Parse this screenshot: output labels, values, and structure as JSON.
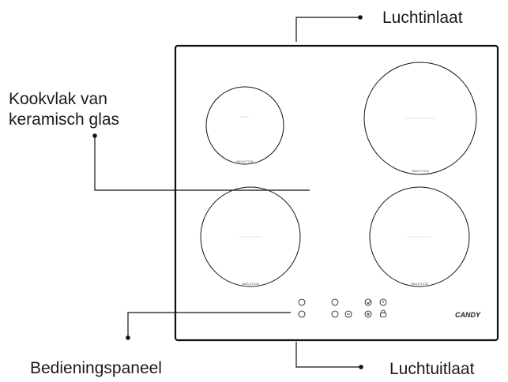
{
  "labels": {
    "air_inlet": "Luchtinlaat",
    "glass_top_line1": "Kookvlak van",
    "glass_top_line2": "keramisch  glas",
    "control_panel": "Bedieningspaneel",
    "air_outlet": "Luchtuitlaat"
  },
  "zones": [
    {
      "name": "zone-front-left-top",
      "label": "INDUCTION"
    },
    {
      "name": "zone-rear-right",
      "label": "INDUCTION"
    },
    {
      "name": "zone-front-left",
      "label": "INDUCTION"
    },
    {
      "name": "zone-front-right",
      "label": "INDUCTION"
    }
  ],
  "brand": "CANDY",
  "icons": [
    "power-icon",
    "timer-icon",
    "plus-icon",
    "minus-icon",
    "lock-icon",
    "button-icon"
  ]
}
